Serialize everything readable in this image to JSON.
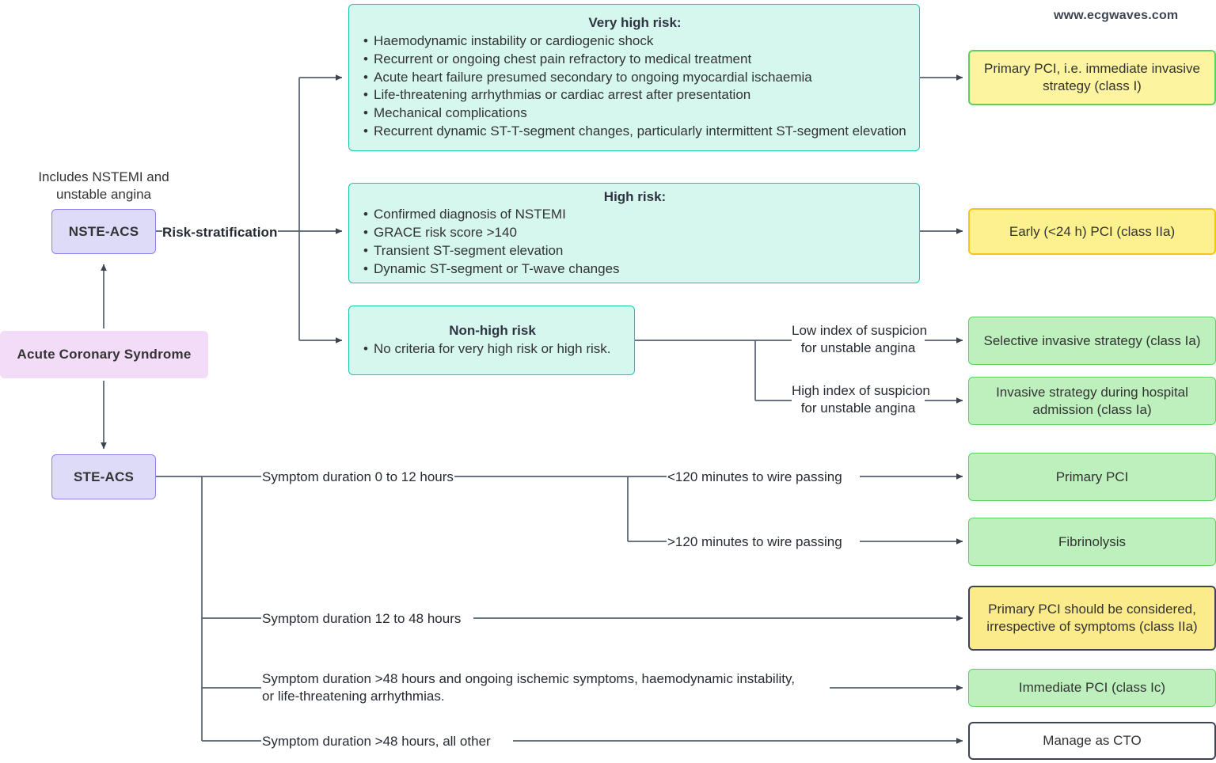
{
  "watermark": "www.ecgwaves.com",
  "notes": {
    "nste_note": "Includes NSTEMI and\nunstable angina"
  },
  "nodes": {
    "acs": "Acute Coronary Syndrome",
    "nste_acs": "NSTE-ACS",
    "ste_acs": "STE-ACS",
    "very_high_risk": {
      "title": "Very high risk:",
      "items": [
        "Haemodynamic instability or cardiogenic shock",
        "Recurrent or ongoing chest pain refractory to medical treatment",
        "Acute heart failure presumed secondary to ongoing myocardial ischaemia",
        "Life-threatening arrhythmias or cardiac arrest after presentation",
        "Mechanical complications",
        "Recurrent dynamic ST-T-segment changes, particularly intermittent ST-segment elevation"
      ]
    },
    "high_risk": {
      "title": "High risk:",
      "items": [
        "Confirmed diagnosis of NSTEMI",
        "GRACE risk score >140",
        "Transient ST-segment elevation",
        "Dynamic ST-segment or T-wave changes"
      ]
    },
    "non_high_risk": {
      "title": "Non-high risk",
      "items": [
        "No criteria for very high risk or high risk."
      ]
    },
    "primary_pci_immediate": "Primary PCI, i.e. immediate invasive strategy (class I)",
    "early_pci": "Early (<24 h) PCI (class IIa)",
    "selective_invasive": "Selective invasive strategy (class Ia)",
    "invasive_admission": "Invasive strategy during hospital admission (class Ia)",
    "primary_pci": "Primary PCI",
    "fibrinolysis": "Fibrinolysis",
    "primary_pci_considered": "Primary PCI should be considered, irrespective of symptoms (class IIa)",
    "immediate_pci": "Immediate PCI (class Ic)",
    "manage_cto": "Manage as CTO"
  },
  "edge_labels": {
    "risk_stratification": "Risk-stratification",
    "low_index": "Low index of suspicion\nfor unstable angina",
    "high_index": "High index of suspicion\nfor unstable angina",
    "sym_0_12": "Symptom duration 0 to 12 hours",
    "wire_lt120": "<120 minutes to wire passing",
    "wire_gt120": ">120 minutes to wire passing",
    "sym_12_48": "Symptom duration 12 to 48 hours",
    "sym_gt48_ongoing": "Symptom duration >48 hours and ongoing ischemic symptoms, haemodynamic instability,\nor life-threatening arrhythmias.",
    "sym_gt48_other": "Symptom duration >48 hours, all other"
  },
  "colors": {
    "lilac_fill": "#dedbf8",
    "lilac_border": "#8b82e8",
    "pink_fill": "#f3dcf8",
    "teal_fill": "#d5f7ee",
    "teal_border": "#19c6ae",
    "yellow_fill": "#fdf08e",
    "green_fill": "#bdf0bd",
    "green_border": "#5fcf62",
    "gold_border": "#f5c518",
    "dark_border": "#3f4451",
    "edge_stroke": "#54606e"
  }
}
